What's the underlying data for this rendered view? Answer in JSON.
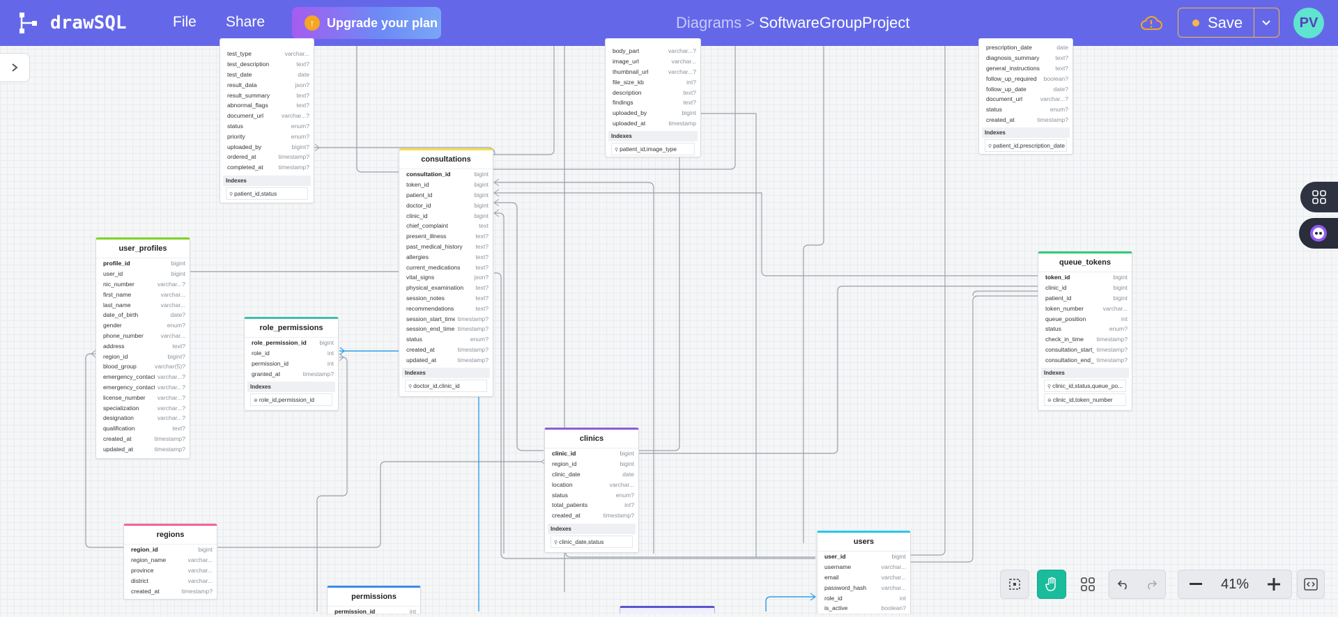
{
  "header": {
    "logo_text": "drawSQL",
    "nav": [
      "File",
      "Share"
    ],
    "upgrade_label": "Upgrade your plan",
    "breadcrumb_root": "Diagrams >",
    "breadcrumb_current": "SoftwareGroupProject",
    "save_label": "Save",
    "avatar_initials": "PV",
    "accent_color": "#6468e8",
    "icons": [
      "drawsql-logo-icon",
      "upgrade-arrow-icon",
      "cloud-warning-icon",
      "chevron-down-icon"
    ]
  },
  "sidebar_toggle_icon": "chevron-right-icon",
  "toolbar": {
    "zoom_level": "41%",
    "icons": [
      "fit-screen-icon",
      "hand-pan-icon",
      "grid-icon",
      "undo-icon",
      "redo-icon",
      "zoom-out-icon",
      "zoom-in-icon",
      "code-icon"
    ]
  },
  "right_rail_icons": [
    "apps-grid-icon",
    "assistant-bot-icon"
  ],
  "tables": {
    "test_results": {
      "columns": [
        [
          "test_type",
          "varchar..."
        ],
        [
          "test_description",
          "text?"
        ],
        [
          "test_date",
          "date"
        ],
        [
          "result_data",
          "json?"
        ],
        [
          "result_summary",
          "text?"
        ],
        [
          "abnormal_flags",
          "text?"
        ],
        [
          "document_url",
          "varchar...?"
        ],
        [
          "status",
          "enum?"
        ],
        [
          "priority",
          "enum?"
        ],
        [
          "uploaded_by",
          "bigint?"
        ],
        [
          "ordered_at",
          "timestamp?"
        ],
        [
          "completed_at",
          "timestamp?"
        ]
      ],
      "indexes_label": "Indexes",
      "indexes": [
        "patient_id,status"
      ]
    },
    "medical_images": {
      "columns": [
        [
          "body_part",
          "varchar...?"
        ],
        [
          "image_url",
          "varchar..."
        ],
        [
          "thumbnail_url",
          "varchar...?"
        ],
        [
          "file_size_kb",
          "int?"
        ],
        [
          "description",
          "text?"
        ],
        [
          "findings",
          "text?"
        ],
        [
          "uploaded_by",
          "bigint"
        ],
        [
          "uploaded_at",
          "timestamp"
        ]
      ],
      "indexes_label": "Indexes",
      "indexes": [
        "patient_id,image_type"
      ]
    },
    "prescriptions": {
      "columns": [
        [
          "prescription_date",
          "date"
        ],
        [
          "diagnosis_summary",
          "text?"
        ],
        [
          "general_instructions",
          "text?"
        ],
        [
          "follow_up_required",
          "boolean?"
        ],
        [
          "follow_up_date",
          "date?"
        ],
        [
          "document_url",
          "varchar...?"
        ],
        [
          "status",
          "enum?"
        ],
        [
          "created_at",
          "timestamp?"
        ]
      ],
      "indexes_label": "Indexes",
      "indexes": [
        "patient_id,prescription_date"
      ]
    },
    "consultations": {
      "title": "consultations",
      "color": "#f5e04c",
      "columns": [
        [
          "consultation_id",
          "bigint"
        ],
        [
          "token_id",
          "bigint"
        ],
        [
          "patient_id",
          "bigint"
        ],
        [
          "doctor_id",
          "bigint"
        ],
        [
          "clinic_id",
          "bigint"
        ],
        [
          "chief_complaint",
          "text"
        ],
        [
          "present_illness",
          "text?"
        ],
        [
          "past_medical_history",
          "text?"
        ],
        [
          "allergies",
          "text?"
        ],
        [
          "current_medications",
          "text?"
        ],
        [
          "vital_signs",
          "json?"
        ],
        [
          "physical_examination",
          "text?"
        ],
        [
          "session_notes",
          "text?"
        ],
        [
          "recommendations",
          "text?"
        ],
        [
          "session_start_time",
          "timestamp?"
        ],
        [
          "session_end_time",
          "timestamp?"
        ],
        [
          "status",
          "enum?"
        ],
        [
          "created_at",
          "timestamp?"
        ],
        [
          "updated_at",
          "timestamp?"
        ]
      ],
      "indexes_label": "Indexes",
      "indexes": [
        "doctor_id,clinic_id"
      ]
    },
    "user_profiles": {
      "title": "user_profiles",
      "color": "#7ed321",
      "columns": [
        [
          "profile_id",
          "bigint"
        ],
        [
          "user_id",
          "bigint"
        ],
        [
          "nic_number",
          "varchar...?"
        ],
        [
          "first_name",
          "varchar..."
        ],
        [
          "last_name",
          "varchar..."
        ],
        [
          "date_of_birth",
          "date?"
        ],
        [
          "gender",
          "enum?"
        ],
        [
          "phone_number",
          "varchar..."
        ],
        [
          "address",
          "text?"
        ],
        [
          "region_id",
          "bigint?"
        ],
        [
          "blood_group",
          "varchar(5)?"
        ],
        [
          "emergency_contact_name",
          "varchar...?"
        ],
        [
          "emergency_contact_phone",
          "varchar...?"
        ],
        [
          "license_number",
          "varchar...?"
        ],
        [
          "specialization",
          "varchar...?"
        ],
        [
          "designation",
          "varchar...?"
        ],
        [
          "qualification",
          "text?"
        ],
        [
          "created_at",
          "timestamp?"
        ],
        [
          "updated_at",
          "timestamp?"
        ]
      ]
    },
    "role_permissions": {
      "title": "role_permissions",
      "color": "#3fbfad",
      "columns": [
        [
          "role_permission_id",
          "bigint"
        ],
        [
          "role_id",
          "int"
        ],
        [
          "permission_id",
          "int"
        ],
        [
          "granted_at",
          "timestamp?"
        ]
      ],
      "indexes_label": "Indexes",
      "indexes": [
        "role_id,permission_id"
      ]
    },
    "queue_tokens": {
      "title": "queue_tokens",
      "color": "#2ecc71",
      "columns": [
        [
          "token_id",
          "bigint"
        ],
        [
          "clinic_id",
          "bigint"
        ],
        [
          "patient_id",
          "bigint"
        ],
        [
          "token_number",
          "varchar..."
        ],
        [
          "queue_position",
          "int"
        ],
        [
          "status",
          "enum?"
        ],
        [
          "check_in_time",
          "timestamp?"
        ],
        [
          "consultation_start_time",
          "timestamp?"
        ],
        [
          "consultation_end_time",
          "timestamp?"
        ]
      ],
      "indexes_label": "Indexes",
      "indexes": [
        "clinic_id,status,queue_po...",
        "clinic_id,token_number"
      ]
    },
    "clinics": {
      "title": "clinics",
      "color": "#8e5cd9",
      "columns": [
        [
          "clinic_id",
          "bigint"
        ],
        [
          "region_id",
          "bigint"
        ],
        [
          "clinic_date",
          "date"
        ],
        [
          "location",
          "varchar..."
        ],
        [
          "status",
          "enum?"
        ],
        [
          "total_patients",
          "int?"
        ],
        [
          "created_at",
          "timestamp?"
        ]
      ],
      "indexes_label": "Indexes",
      "indexes": [
        "clinic_date,status"
      ]
    },
    "regions": {
      "title": "regions",
      "color": "#f06292",
      "columns": [
        [
          "region_id",
          "bigint"
        ],
        [
          "region_name",
          "varchar..."
        ],
        [
          "province",
          "varchar..."
        ],
        [
          "district",
          "varchar..."
        ],
        [
          "created_at",
          "timestamp?"
        ]
      ]
    },
    "users": {
      "title": "users",
      "color": "#29c6e8",
      "columns": [
        [
          "user_id",
          "bigint"
        ],
        [
          "username",
          "varchar..."
        ],
        [
          "email",
          "varchar..."
        ],
        [
          "password_hash",
          "varchar..."
        ],
        [
          "role_id",
          "int"
        ],
        [
          "is_active",
          "boolean?"
        ]
      ]
    },
    "permissions": {
      "title": "permissions",
      "color": "#3b8ee8",
      "columns": [
        [
          "permission_id",
          "int"
        ]
      ]
    }
  }
}
